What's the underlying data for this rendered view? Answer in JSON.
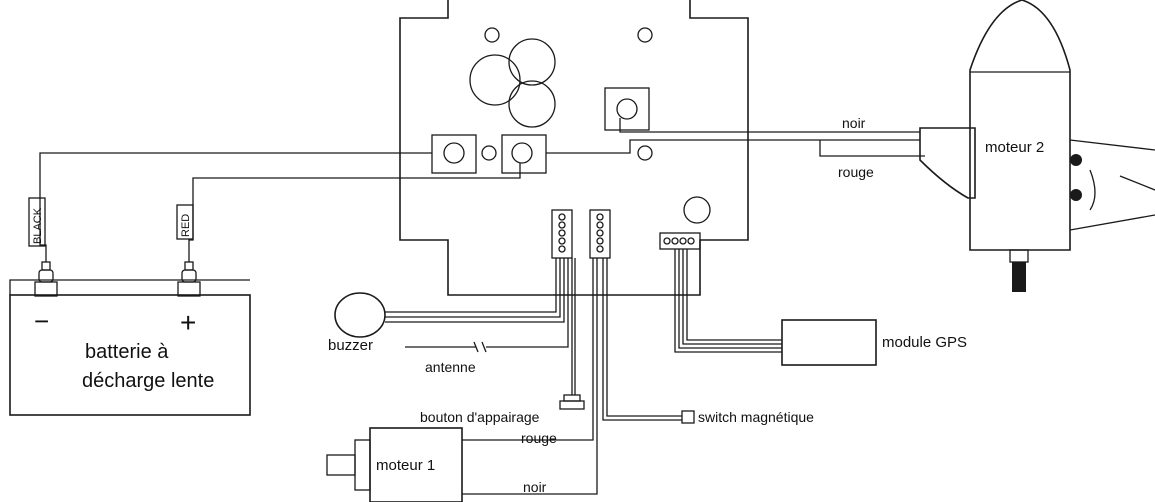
{
  "labels": {
    "battery_line1": "batterie à",
    "battery_line2": "décharge lente",
    "battery_minus": "−",
    "battery_plus": "+",
    "black": "BLACK",
    "red": "RED",
    "motor2": "moteur 2",
    "motor1": "moteur 1",
    "noir_top": "noir",
    "rouge_top": "rouge",
    "noir_bottom": "noir",
    "rouge_bottom": "rouge",
    "buzzer": "buzzer",
    "antenne": "antenne",
    "module_gps": "module GPS",
    "bouton": "bouton d'appairage",
    "switch": "switch magnétique"
  }
}
